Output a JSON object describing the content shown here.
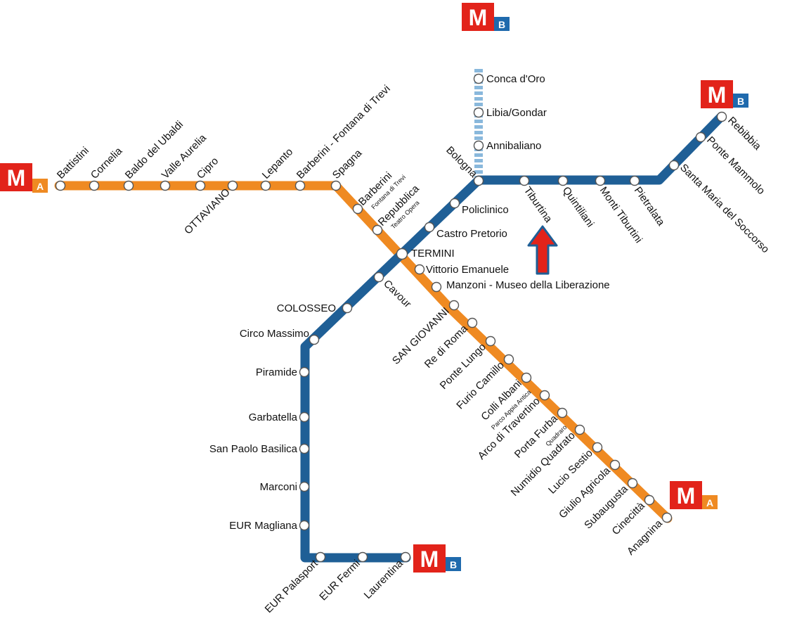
{
  "map": {
    "colors": {
      "line_a": "#ef8a22",
      "line_b": "#1f5f96",
      "line_b_branch": "#89b8dc",
      "logo_red": "#e2231a",
      "arrow": "#e2231a",
      "arrow_border": "#1f5f96"
    },
    "logos": {
      "metro_letter": "M",
      "line_a": "A",
      "line_b": "B"
    },
    "line_a": {
      "stations": [
        "Battistini",
        "Cornelia",
        "Baldo del Ubaldi",
        "Valle Aurelia",
        "Cipro",
        "OTTAVIANO",
        "Lepanto",
        "Barberini - Fontana di Trevi",
        "Spagna",
        "Barberini",
        "Repubblica",
        "TERMINI",
        "Vittorio Emanuele",
        "Manzoni - Museo della Liberazione",
        "SAN GIOVANNI",
        "Re di Roma",
        "Ponte Lungo",
        "Furio Camillo",
        "Colli Albani",
        "Arco di Travertino",
        "Porta Furba",
        "Numidio Quadrato",
        "Lucio Sestio",
        "Giulio Agricola",
        "Subaugusta",
        "Cinecittà",
        "Anagnina"
      ],
      "sublabels": {
        "barberini": "Fontana di Trevi",
        "repubblica": "Teatro Opera",
        "colli_albani": "Parco Appia Antica",
        "porta_furba": "Quadraro"
      }
    },
    "line_b": {
      "stations": [
        "Laurentina",
        "EUR Fermi",
        "EUR Palasport",
        "EUR Magliana",
        "Marconi",
        "San Paolo Basilica",
        "Garbatella",
        "Piramide",
        "Circo Massimo",
        "COLOSSEO",
        "Cavour",
        "TERMINI",
        "Castro Pretorio",
        "Policlinico",
        "Bologna",
        "Tiburtina",
        "Quintiliani",
        "Monti Tiburtini",
        "Pietralata",
        "Santa Maria del Soccorso",
        "Ponte Mammolo",
        "Rebibbia"
      ]
    },
    "line_b1": {
      "stations": [
        "Annibaliano",
        "Libia/Gondar",
        "Conca d'Oro"
      ]
    }
  }
}
